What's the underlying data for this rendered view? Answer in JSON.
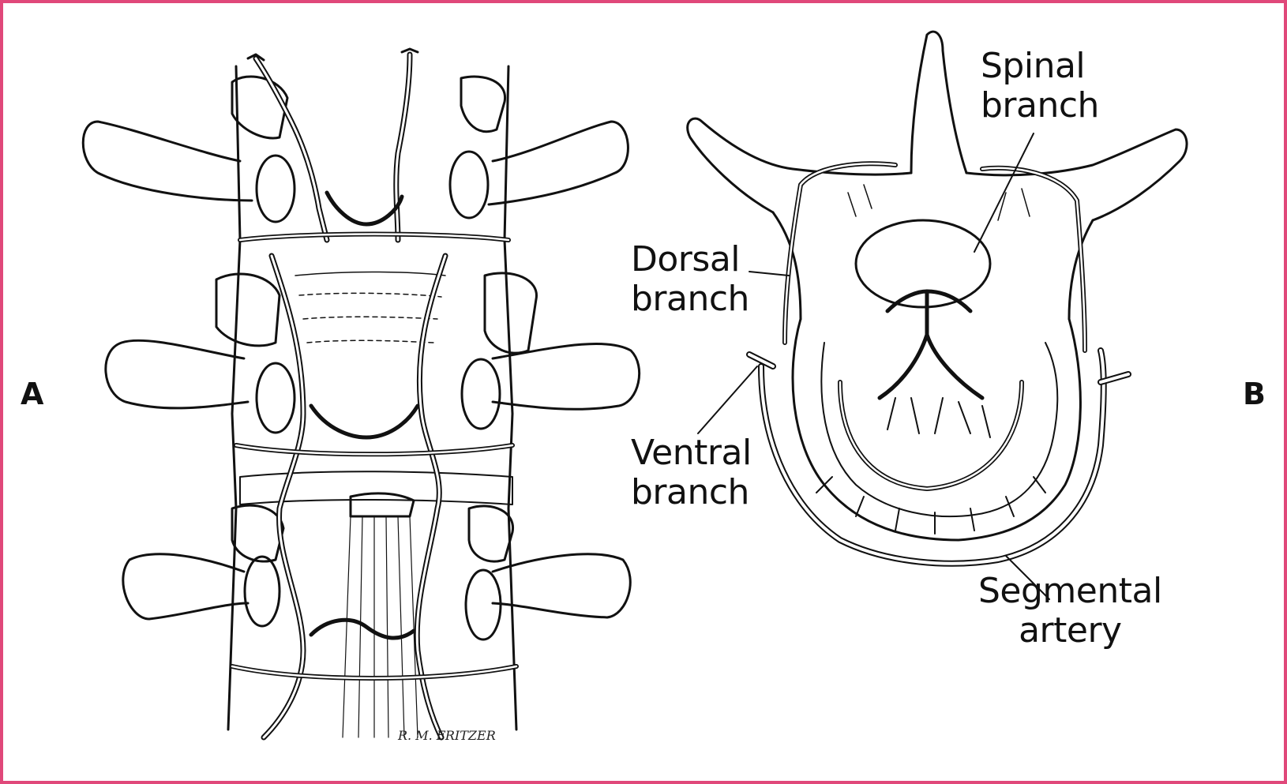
{
  "figure": {
    "panel_a": "A",
    "panel_b": "B",
    "labels": {
      "spinal_branch": "Spinal\nbranch",
      "dorsal_branch": "Dorsal\nbranch",
      "ventral_branch": "Ventral\nbranch",
      "segmental_artery": "Segmental\nartery"
    },
    "signature": "R. M. FRITZER"
  },
  "colors": {
    "frame_border": "#e0487a",
    "ink": "#111111",
    "background": "#ffffff"
  }
}
